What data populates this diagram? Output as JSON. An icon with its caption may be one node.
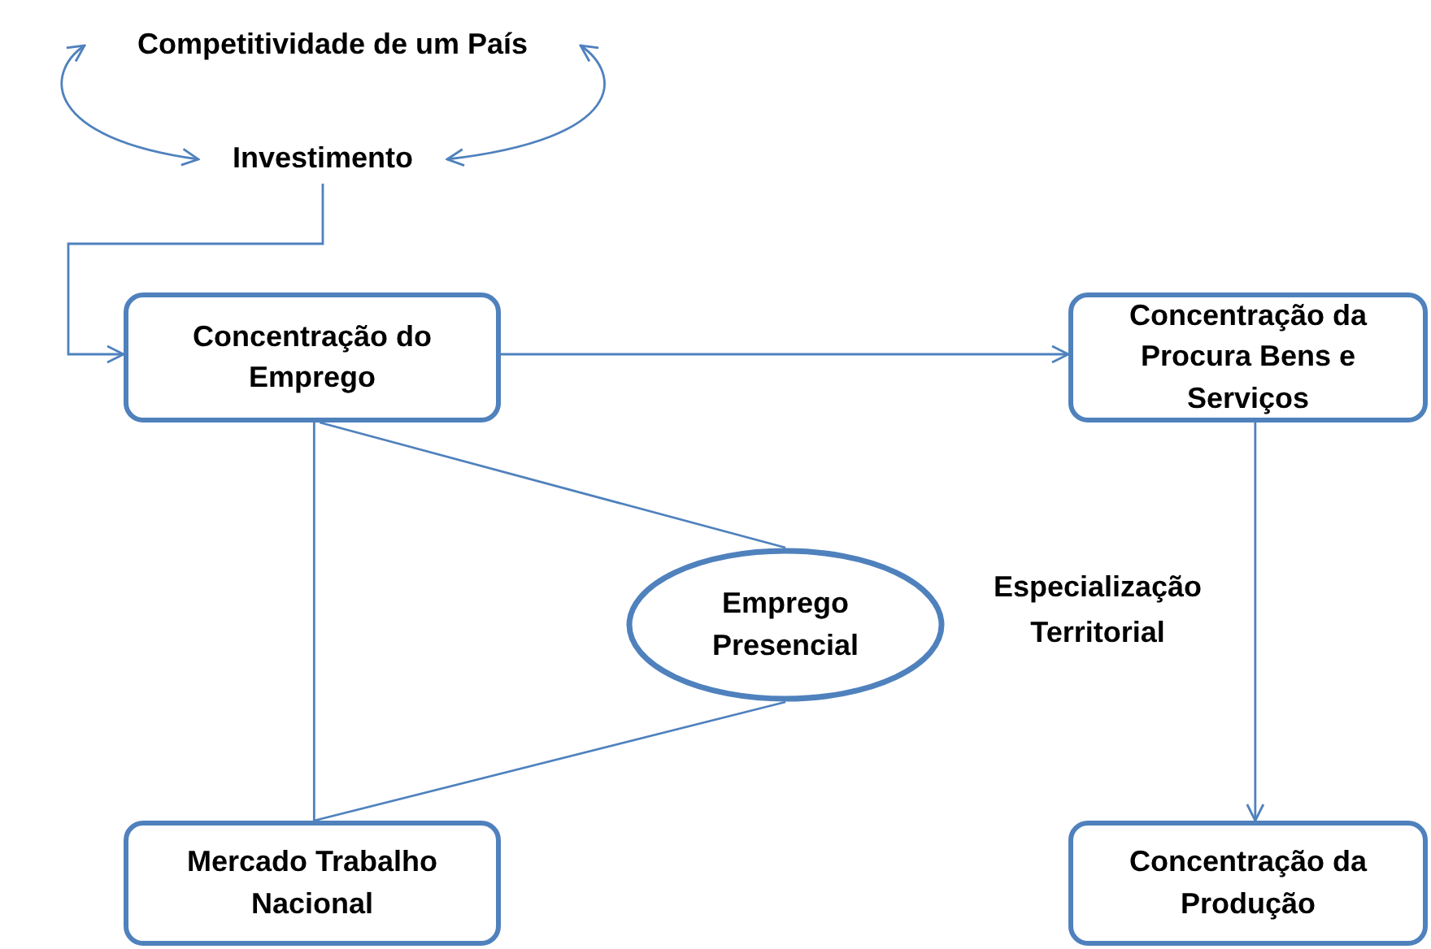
{
  "diagram": {
    "nodes": [
      {
        "text": [
          "Competitividade de um País"
        ]
      },
      {
        "text": [
          "Investimento"
        ]
      },
      {
        "text": [
          "Concentração do Emprego"
        ]
      },
      {
        "text": [
          "Concentração da Procura Bens e Serviços"
        ]
      },
      {
        "text": [
          "Emprego Presencial"
        ]
      },
      {
        "text": [
          "Mercado Trabalho Nacional"
        ]
      },
      {
        "text": [
          "Concentração da Produção"
        ]
      }
    ],
    "edges": [
      {
        "from": 0,
        "to": 1,
        "arrow": "both"
      },
      {
        "from": 0,
        "to": 1,
        "arrow": "both"
      },
      {
        "from": 1,
        "to": 2,
        "arrow": "to"
      },
      {
        "from": 2,
        "to": 3,
        "arrow": "to"
      },
      {
        "from": 3,
        "to": 6,
        "arrow": "to"
      },
      {
        "from": 2,
        "to": 4,
        "arrow": "none"
      },
      {
        "from": 2,
        "to": 5,
        "arrow": "none"
      },
      {
        "from": 5,
        "to": 4,
        "arrow": "none"
      }
    ],
    "labels": [
      "Especialização Territorial"
    ]
  }
}
